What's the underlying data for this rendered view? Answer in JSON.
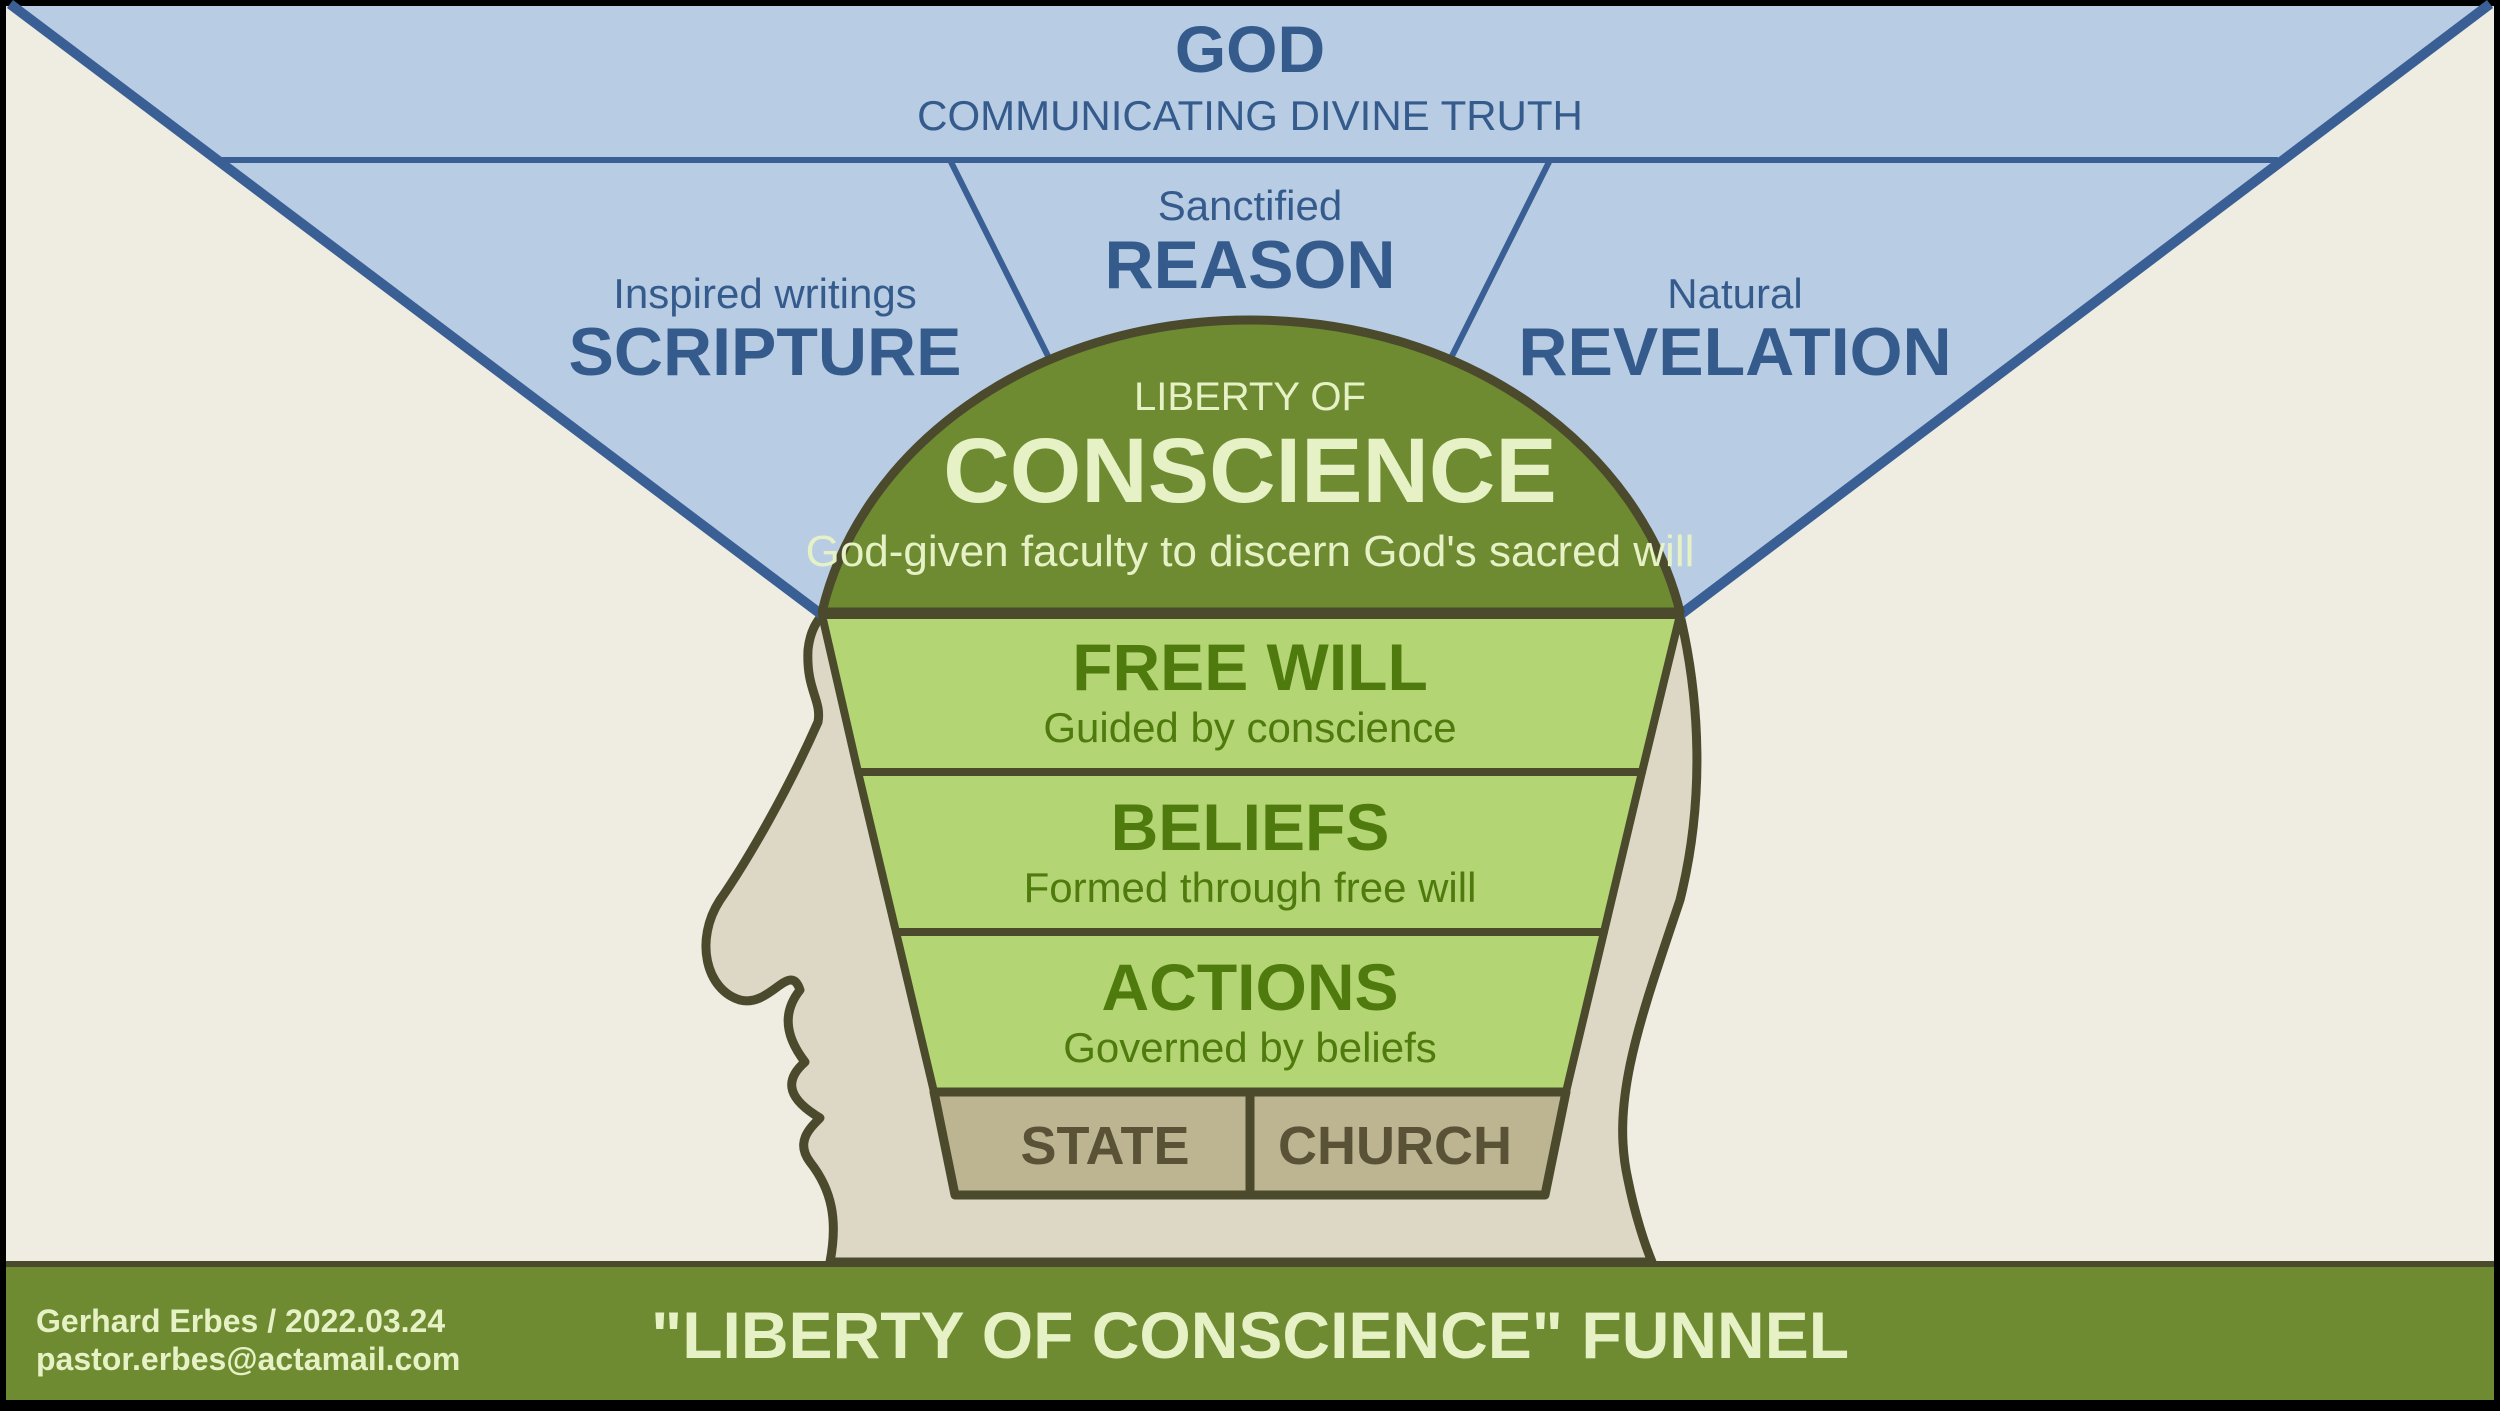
{
  "god": {
    "title": "GOD",
    "subtitle": "COMMUNICATING DIVINE TRUTH"
  },
  "channels": {
    "scripture": {
      "small": "Inspired writings",
      "big": "SCRIPTURE"
    },
    "reason": {
      "small": "Sanctified",
      "big": "REASON"
    },
    "revelation": {
      "small": "Natural",
      "big": "REVELATION"
    }
  },
  "conscience": {
    "small": "LIBERTY OF",
    "big": "CONSCIENCE",
    "desc": "God-given faculty to discern God's sacred will"
  },
  "layers": [
    {
      "title": "FREE WILL",
      "desc": "Guided by conscience"
    },
    {
      "title": "BELIEFS",
      "desc": "Formed through free will"
    },
    {
      "title": "ACTIONS",
      "desc": "Governed by beliefs"
    }
  ],
  "base": {
    "left": "STATE",
    "right": "CHURCH"
  },
  "footer": {
    "author": "Gerhard  Erbes / 2022.03.24",
    "email": "pastor.erbes@actamail.com",
    "title": "\"LIBERTY OF CONSCIENCE\" FUNNEL"
  },
  "colors": {
    "background": "#efece2",
    "sky": "#b8cce4",
    "blue_line": "#3a5f94",
    "blue_text": "#355b8c",
    "dark_green": "#6e8b32",
    "light_green": "#b3d574",
    "green_text": "#4e7a0e",
    "outline": "#4b4a2c",
    "head_fill": "#ddd8c6",
    "base_fill": "#bdb592",
    "base_text": "#5a5236",
    "pale_text": "#e6f2c6"
  }
}
